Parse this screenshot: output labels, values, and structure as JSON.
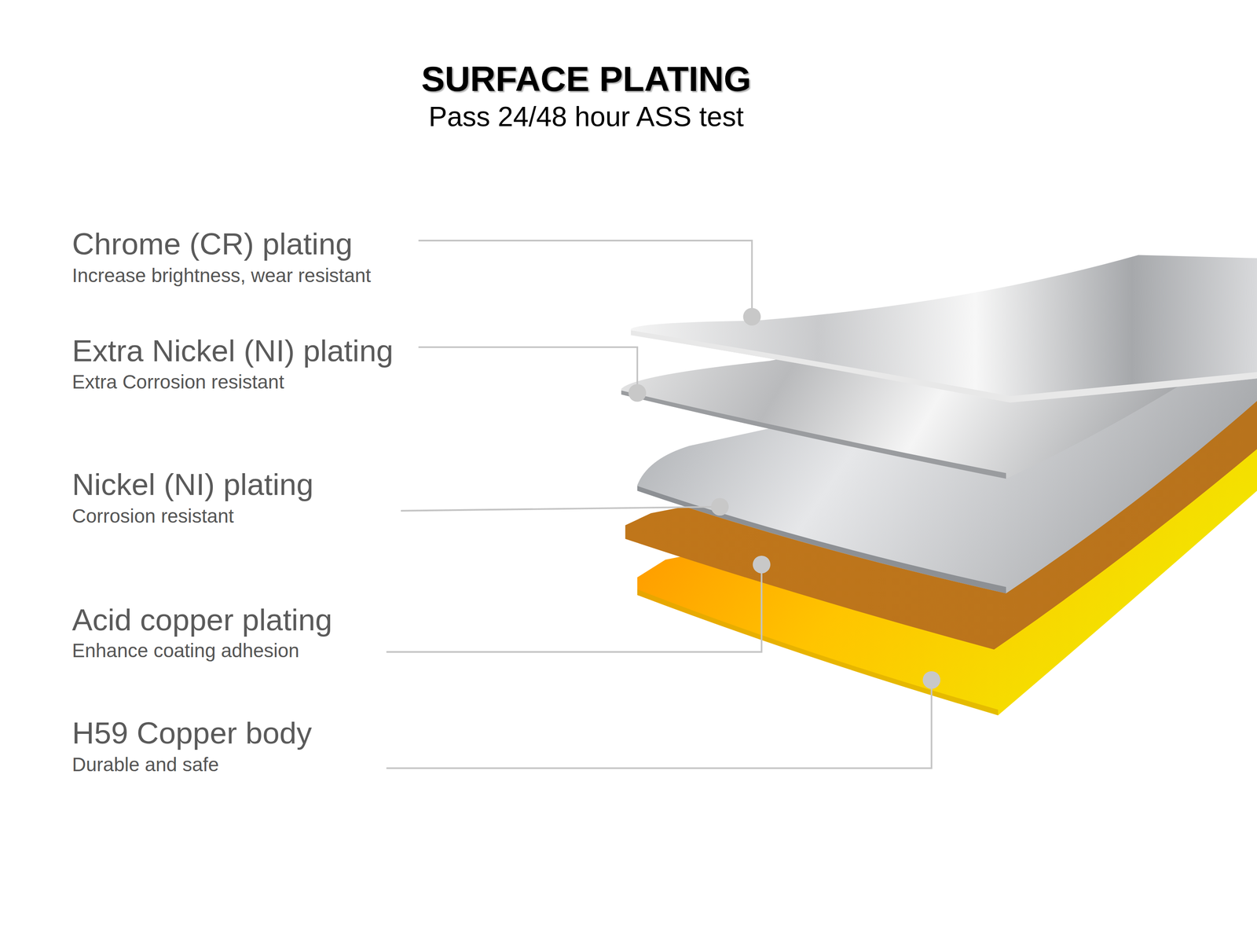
{
  "diagram": {
    "title": "SURFACE PLATING",
    "labels": [
      "Pass 24/48 hour ASS test",
      "Chrome (CR) plating",
      "Increase brightness, wear resistant",
      "Extra Nickel (NI) plating",
      "Extra Corrosion resistant",
      "Nickel (NI) plating",
      "Corrosion resistant",
      "Acid copper plating",
      "Enhance coating adhesion",
      "H59 Copper body",
      "Durable and safe"
    ]
  }
}
